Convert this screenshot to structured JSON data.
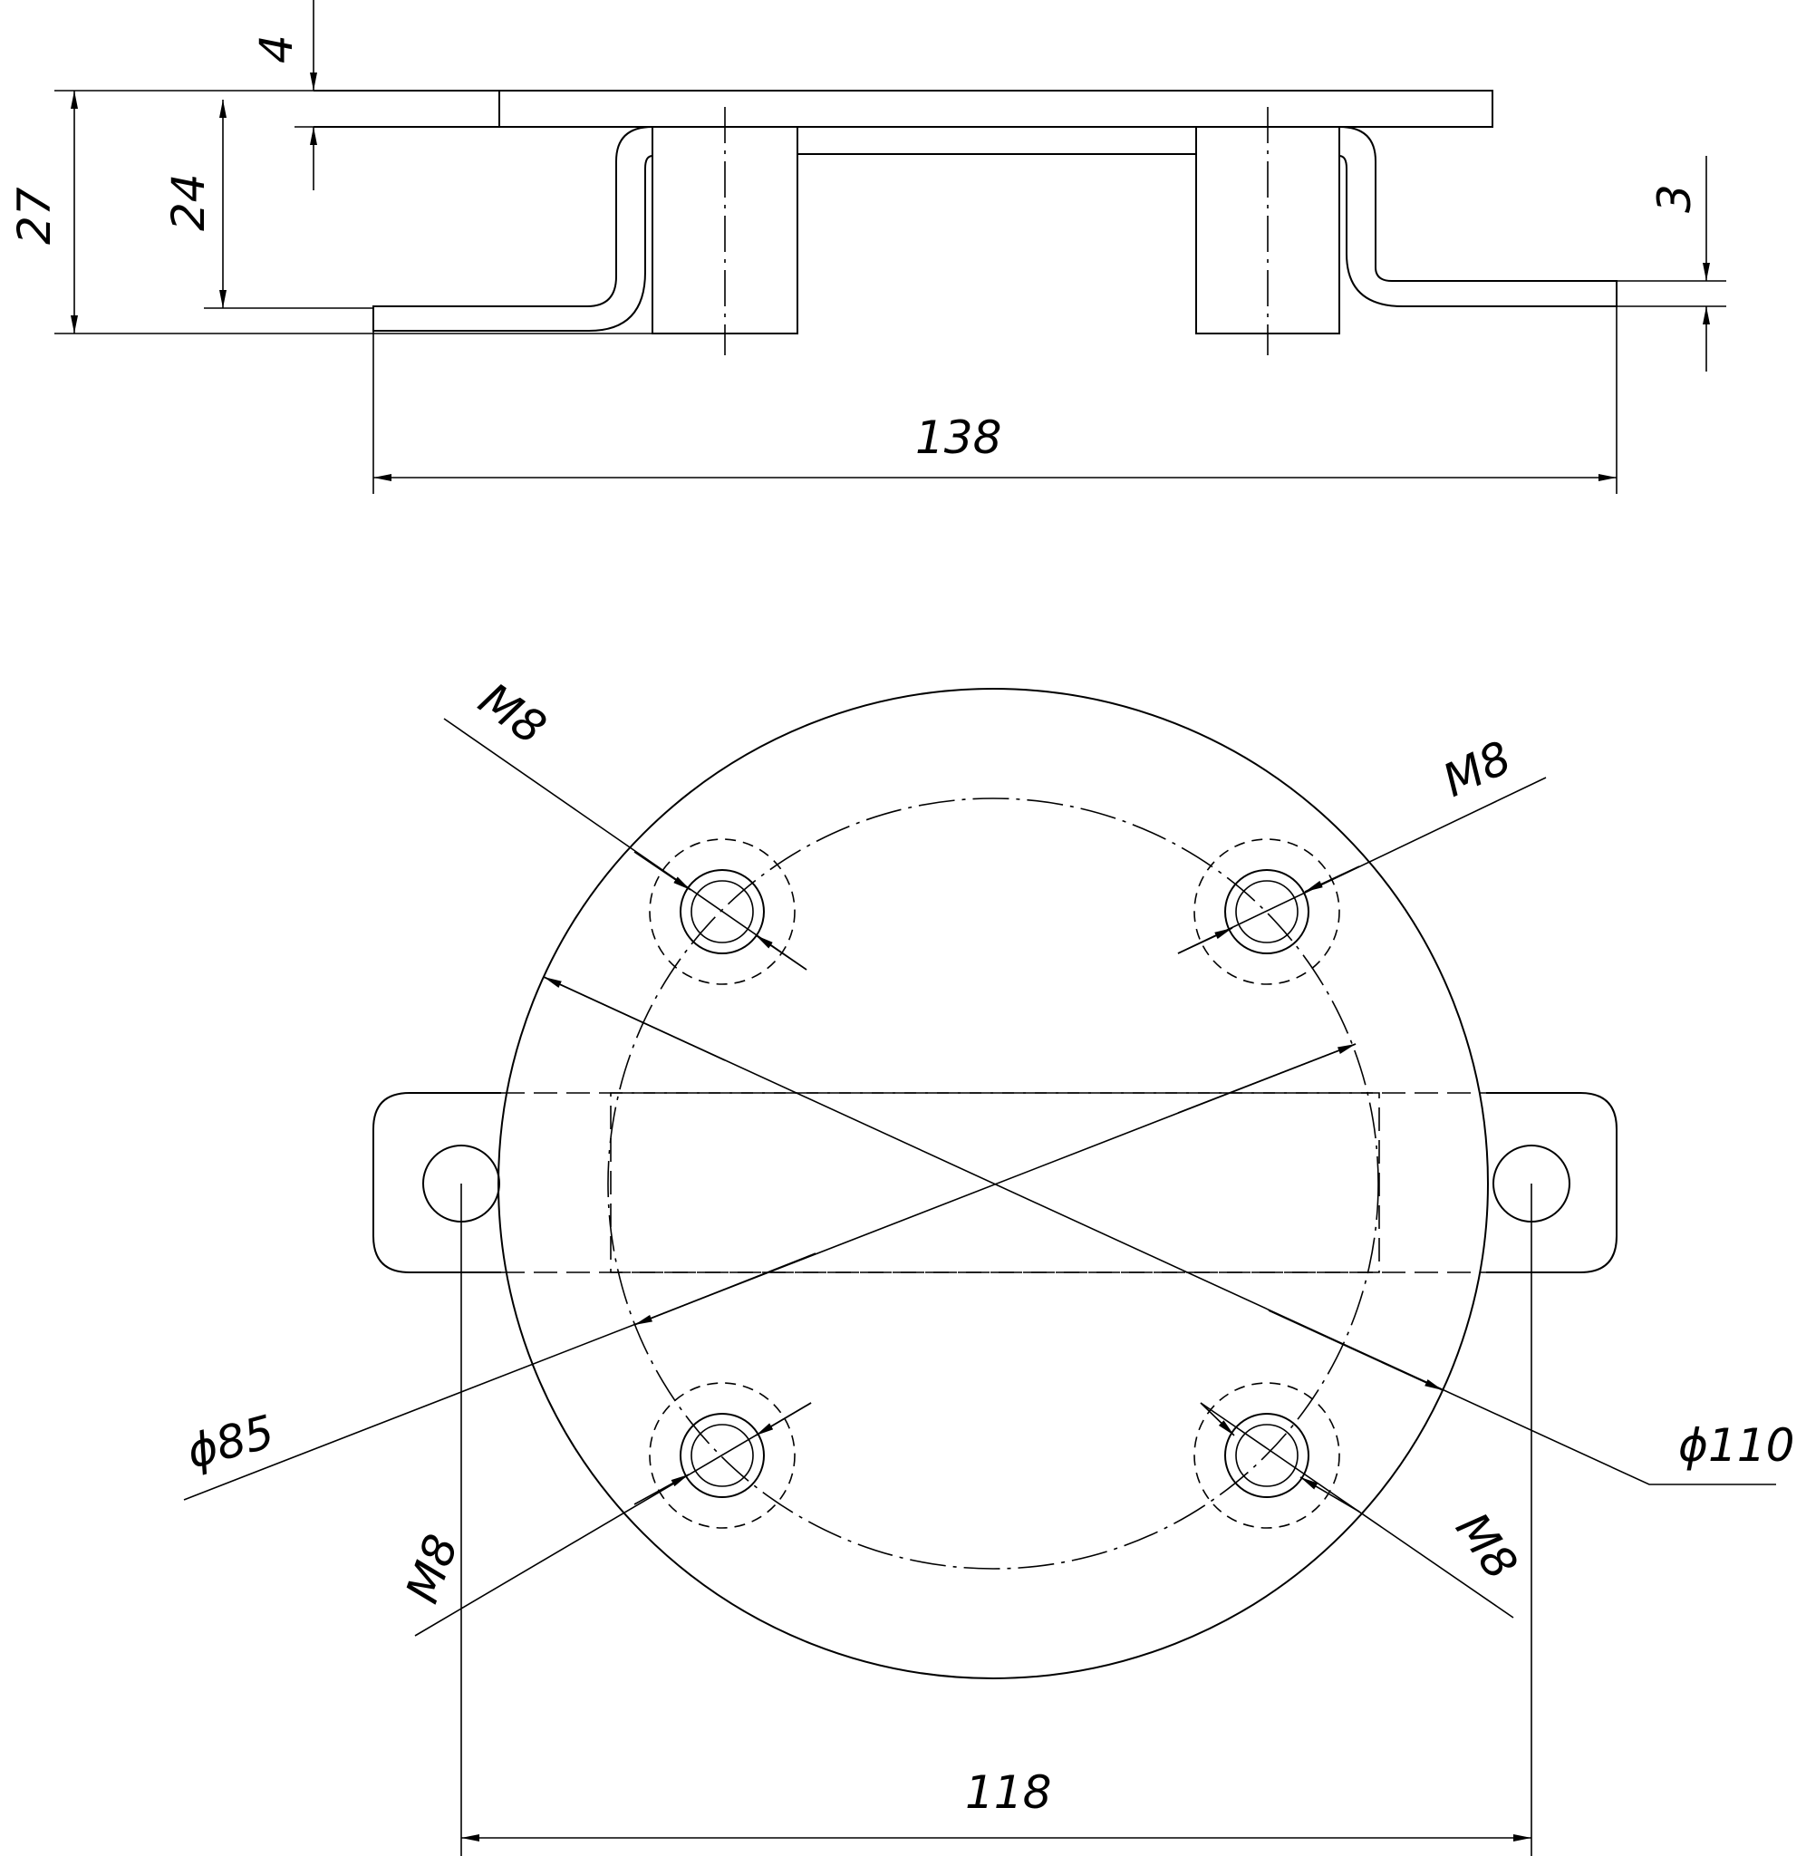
{
  "side_view": {
    "dim_total_height": "27",
    "dim_inner_height": "24",
    "dim_plate_thickness": "4",
    "dim_tab_thickness": "3",
    "dim_overall_length": "138"
  },
  "top_view": {
    "bolt_label_top_left": "M8",
    "bolt_label_top_right": "M8",
    "bolt_label_bottom_left": "M8",
    "bolt_label_bottom_right": "M8",
    "dim_bolt_circle": "ϕ85",
    "dim_outer_diameter": "ϕ110",
    "dim_mount_holes": "118"
  }
}
